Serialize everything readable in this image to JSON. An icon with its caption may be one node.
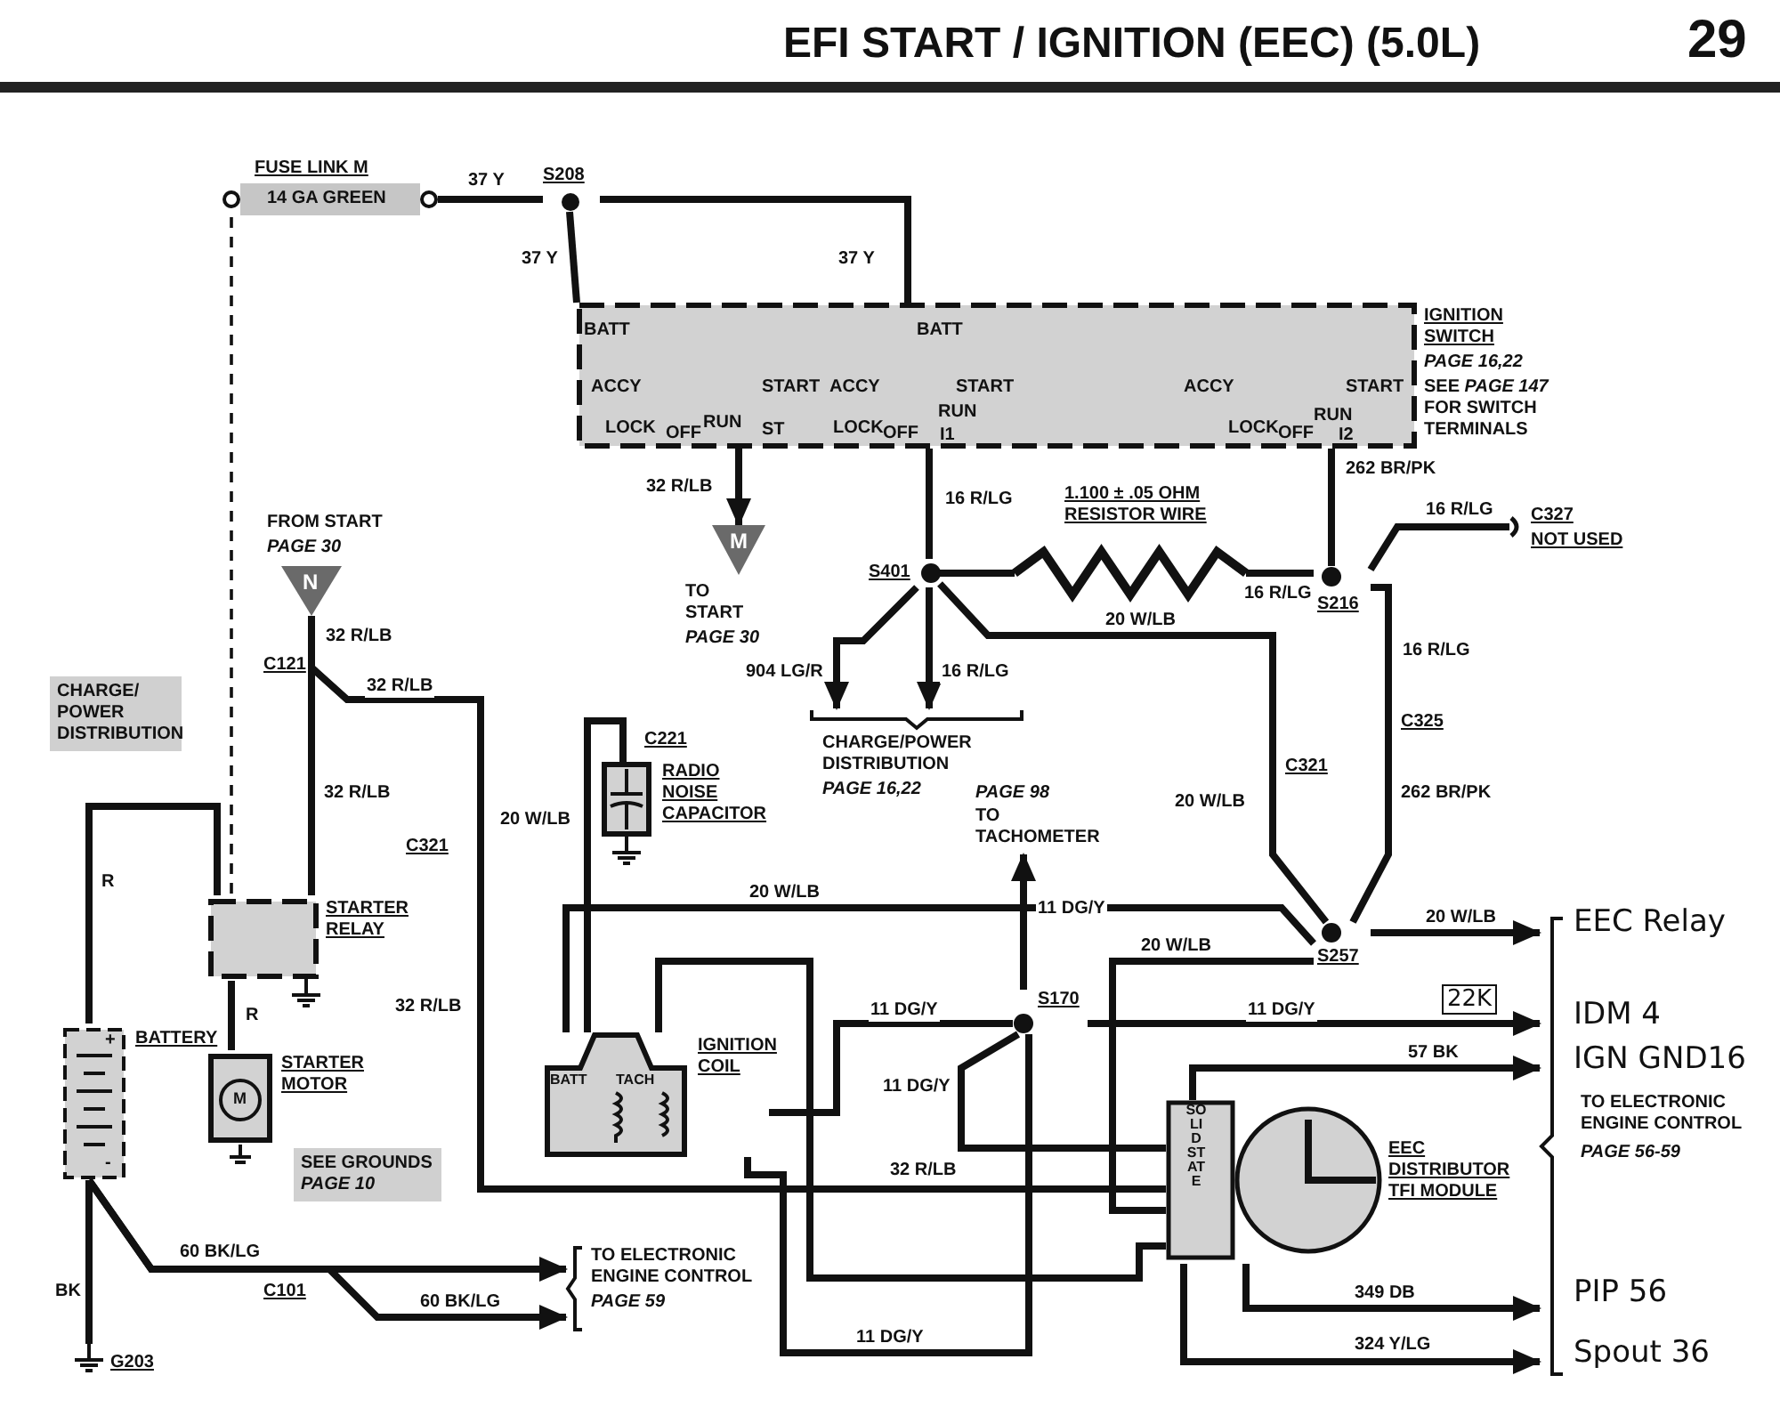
{
  "diagram": {
    "title": "EFI START / IGNITION (EEC) (5.0L)",
    "nodes": [
      {
        "text": [
          "FUSE LINK M",
          "14 GA GREEN"
        ]
      },
      {
        "text": [
          "S208"
        ]
      },
      {
        "text": [
          "IGNITION SWITCH",
          "PAGE 16,22",
          "SEE *PAGE 147* FOR SWITCH TERMINALS",
          "BATT",
          "ACCY",
          "LOCK",
          "OFF",
          "RUN",
          "START",
          "ST",
          "BATT",
          "ACCY",
          "LOCK",
          "OFF",
          "START",
          "RUN",
          "I1",
          "ACCY",
          "LOCK",
          "OFF",
          "RUN",
          "START",
          "I2"
        ]
      },
      {
        "text": [
          "M"
        ],
        "beside": [
          "TO START",
          "PAGE 30"
        ]
      },
      {
        "text": [
          "S401"
        ]
      },
      {
        "text": [
          "1.100 ± .05 OHM RESISTOR WIRE"
        ]
      },
      {
        "text": [
          "S216"
        ]
      },
      {
        "text": [
          "C327",
          "NOT USED"
        ]
      },
      {
        "text": [
          "CHARGE/POWER DISTRIBUTION",
          "PAGE 16,22"
        ]
      },
      {
        "text": [
          "N"
        ],
        "beside": [
          "FROM START",
          "PAGE 30"
        ]
      },
      {
        "text": [
          "RADIO NOISE CAPACITOR"
        ]
      },
      {
        "text": [
          "STARTER RELAY"
        ]
      },
      {
        "text": [
          "+",
          "BATTERY",
          "-"
        ]
      },
      {
        "text": [
          "STARTER MOTOR",
          "M"
        ]
      },
      {
        "text": [
          "IGNITION COIL",
          "BATT",
          "TACH"
        ]
      },
      {
        "text": [
          "S170"
        ]
      },
      {
        "text": [
          "S257"
        ]
      },
      {
        "text": [
          "PAGE 98",
          "TO TACHOMETER"
        ]
      },
      {
        "text": [
          "SOLID STATE",
          "EEC DISTRIBUTOR TFI MODULE"
        ]
      },
      {
        "text": [
          "EEC Relay",
          "IDM 4",
          "IGN GND16",
          "TO ELECTRONIC ENGINE CONTROL",
          "PAGE 56-59",
          "PIP 56",
          "Spout 36"
        ]
      },
      {
        "text": [
          "TO ELECTRONIC ENGINE CONTROL",
          "PAGE 59"
        ]
      },
      {
        "text": [
          "G203"
        ]
      }
    ],
    "edges": [
      {
        "from": 0,
        "to": 1,
        "arrow": "none",
        "label": "37 Y"
      },
      {
        "from": 1,
        "to": 2,
        "arrow": "none",
        "label": "37 Y"
      },
      {
        "from": 1,
        "to": 2,
        "arrow": "none",
        "label": "37 Y"
      },
      {
        "from": 2,
        "to": 3,
        "arrow": "to",
        "label": "32 R/LB"
      },
      {
        "from": 2,
        "to": 4,
        "arrow": "none",
        "label": "16 R/LG"
      },
      {
        "from": 4,
        "to": 5,
        "arrow": "none"
      },
      {
        "from": 5,
        "to": 6,
        "arrow": "none",
        "label": "16 R/LG"
      },
      {
        "from": 2,
        "to": 6,
        "arrow": "none",
        "label": "262 BR/PK"
      },
      {
        "from": 6,
        "to": 7,
        "arrow": "none",
        "label": "16 R/LG"
      },
      {
        "from": 4,
        "to": 8,
        "arrow": "to",
        "label": "904 LG/R"
      },
      {
        "from": 4,
        "to": 8,
        "arrow": "to",
        "label": "16 R/LG"
      },
      {
        "from": 6,
        "to": 16,
        "arrow": "none",
        "label": "16 R/LG"
      },
      {
        "from": 4,
        "to": 16,
        "arrow": "none",
        "label": "20 W/LB"
      },
      {
        "from": 9,
        "to": 11,
        "arrow": "none",
        "label": "32 R/LB"
      },
      {
        "from": 9,
        "to": 18,
        "arrow": "none",
        "label": "32 R/LB"
      },
      {
        "from": 0,
        "to": 11,
        "arrow": "none",
        "style": "dashed"
      },
      {
        "from": 12,
        "to": 11,
        "arrow": "none",
        "label": "R"
      },
      {
        "from": 11,
        "to": 13,
        "arrow": "none",
        "label": "R"
      },
      {
        "from": 12,
        "to": 21,
        "arrow": "none",
        "label": "BK"
      },
      {
        "from": 12,
        "to": 20,
        "arrow": "to",
        "label": "60 BK/LG"
      },
      {
        "from": 12,
        "to": 20,
        "arrow": "to",
        "label": "60 BK/LG"
      },
      {
        "from": 16,
        "to": 14,
        "arrow": "none",
        "label": "20 W/LB"
      },
      {
        "from": 14,
        "to": 10,
        "arrow": "none",
        "label": "20 W/LB"
      },
      {
        "from": 14,
        "to": 15,
        "arrow": "none",
        "label": "11 DG/Y"
      },
      {
        "from": 15,
        "to": 17,
        "arrow": "to",
        "label": "11 DG/Y"
      },
      {
        "from": 15,
        "to": 19,
        "arrow": "to",
        "label": "11 DG/Y"
      },
      {
        "from": 15,
        "to": 18,
        "arrow": "none",
        "label": "11 DG/Y"
      },
      {
        "from": 14,
        "to": 18,
        "arrow": "none"
      },
      {
        "from": 15,
        "to": 14,
        "arrow": "none",
        "label": "11 DG/Y"
      },
      {
        "from": 16,
        "to": 19,
        "arrow": "to",
        "label": "20 W/LB"
      },
      {
        "from": 16,
        "to": 18,
        "arrow": "none",
        "label": "20 W/LB"
      },
      {
        "from": 18,
        "to": 19,
        "arrow": "to",
        "label": "57 BK"
      },
      {
        "from": 18,
        "to": 19,
        "arrow": "to",
        "label": "349 DB"
      },
      {
        "from": 18,
        "to": 19,
        "arrow": "to",
        "label": "324 Y/LG"
      }
    ],
    "labels": [
      "29",
      "CHARGE/ POWER DISTRIBUTION",
      "SEE GROUNDS *PAGE 10*",
      "C121",
      "C321",
      "C221",
      "C321",
      "C325",
      "262 BR/PK",
      "20 W/LB",
      "C101",
      "22K",
      "32 R/LB",
      "32 R/LB",
      "32 R/LB"
    ]
  }
}
